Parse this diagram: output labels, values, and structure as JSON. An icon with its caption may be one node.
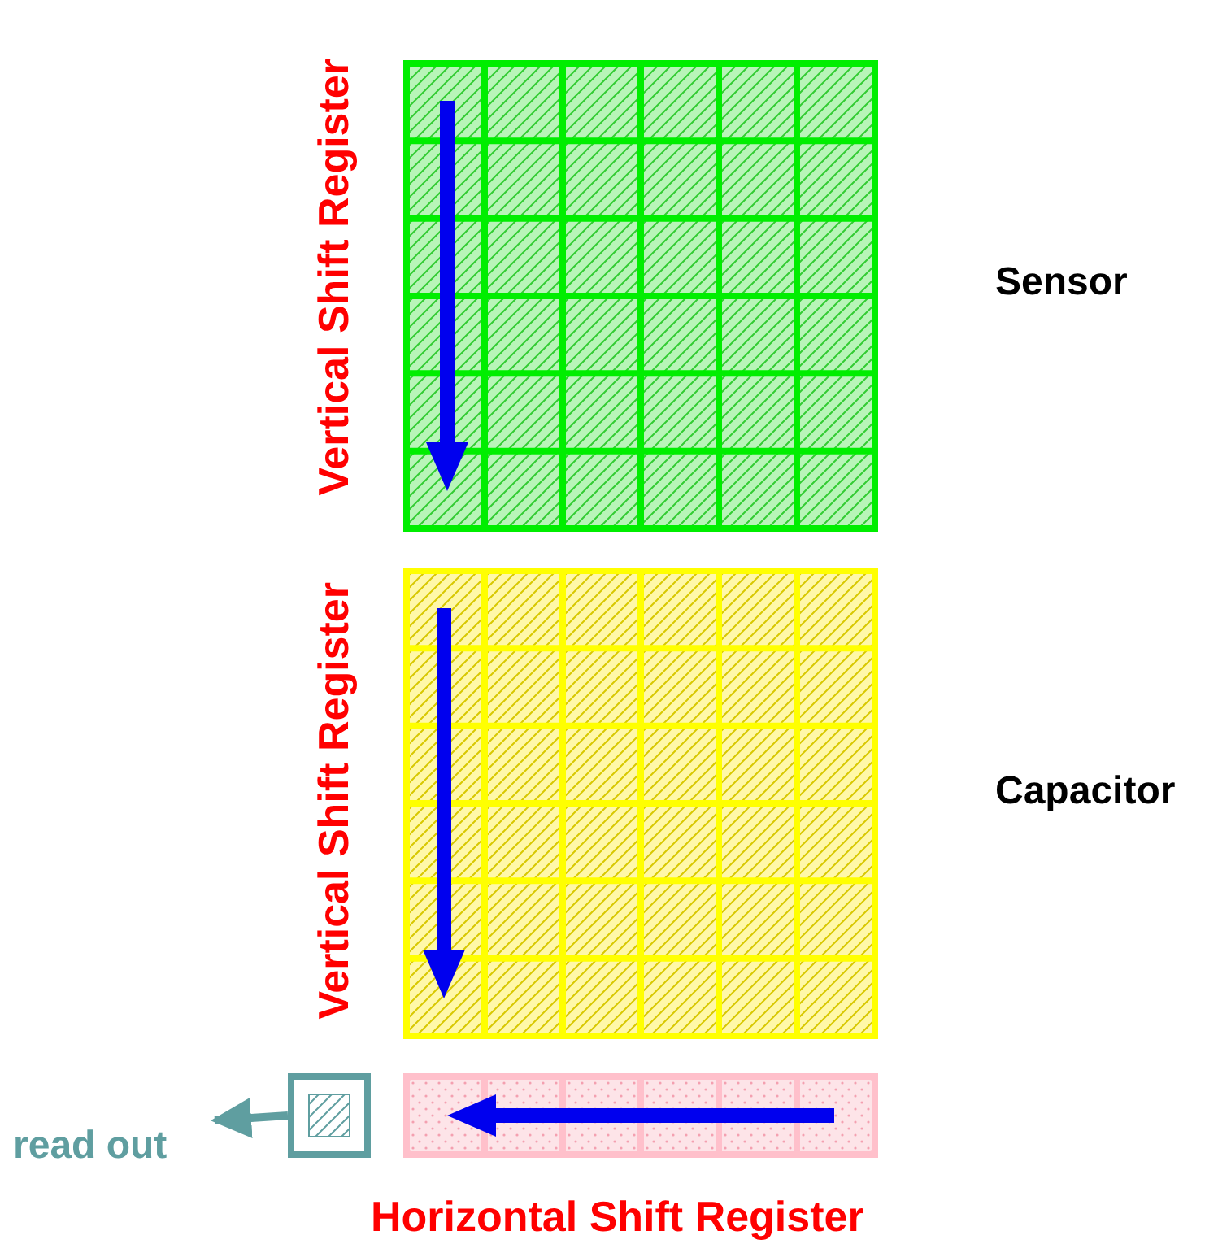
{
  "diagram": {
    "nodes": [
      {
        "text": [],
        "shape": "box",
        "beside": [
          "Sensor"
        ]
      },
      {
        "text": [],
        "shape": "box",
        "beside": [
          "Capacitor"
        ]
      },
      {
        "text": [],
        "shape": "bar",
        "beside": [
          "Horizontal Shift Register"
        ]
      },
      {
        "text": [],
        "shape": "box"
      },
      {
        "text": [
          "read out"
        ]
      }
    ],
    "edges": [
      {
        "from": 3,
        "to": 4,
        "arrow": "to"
      }
    ],
    "labels": [
      "Vertical Shift Register",
      "Vertical Shift Register"
    ]
  }
}
